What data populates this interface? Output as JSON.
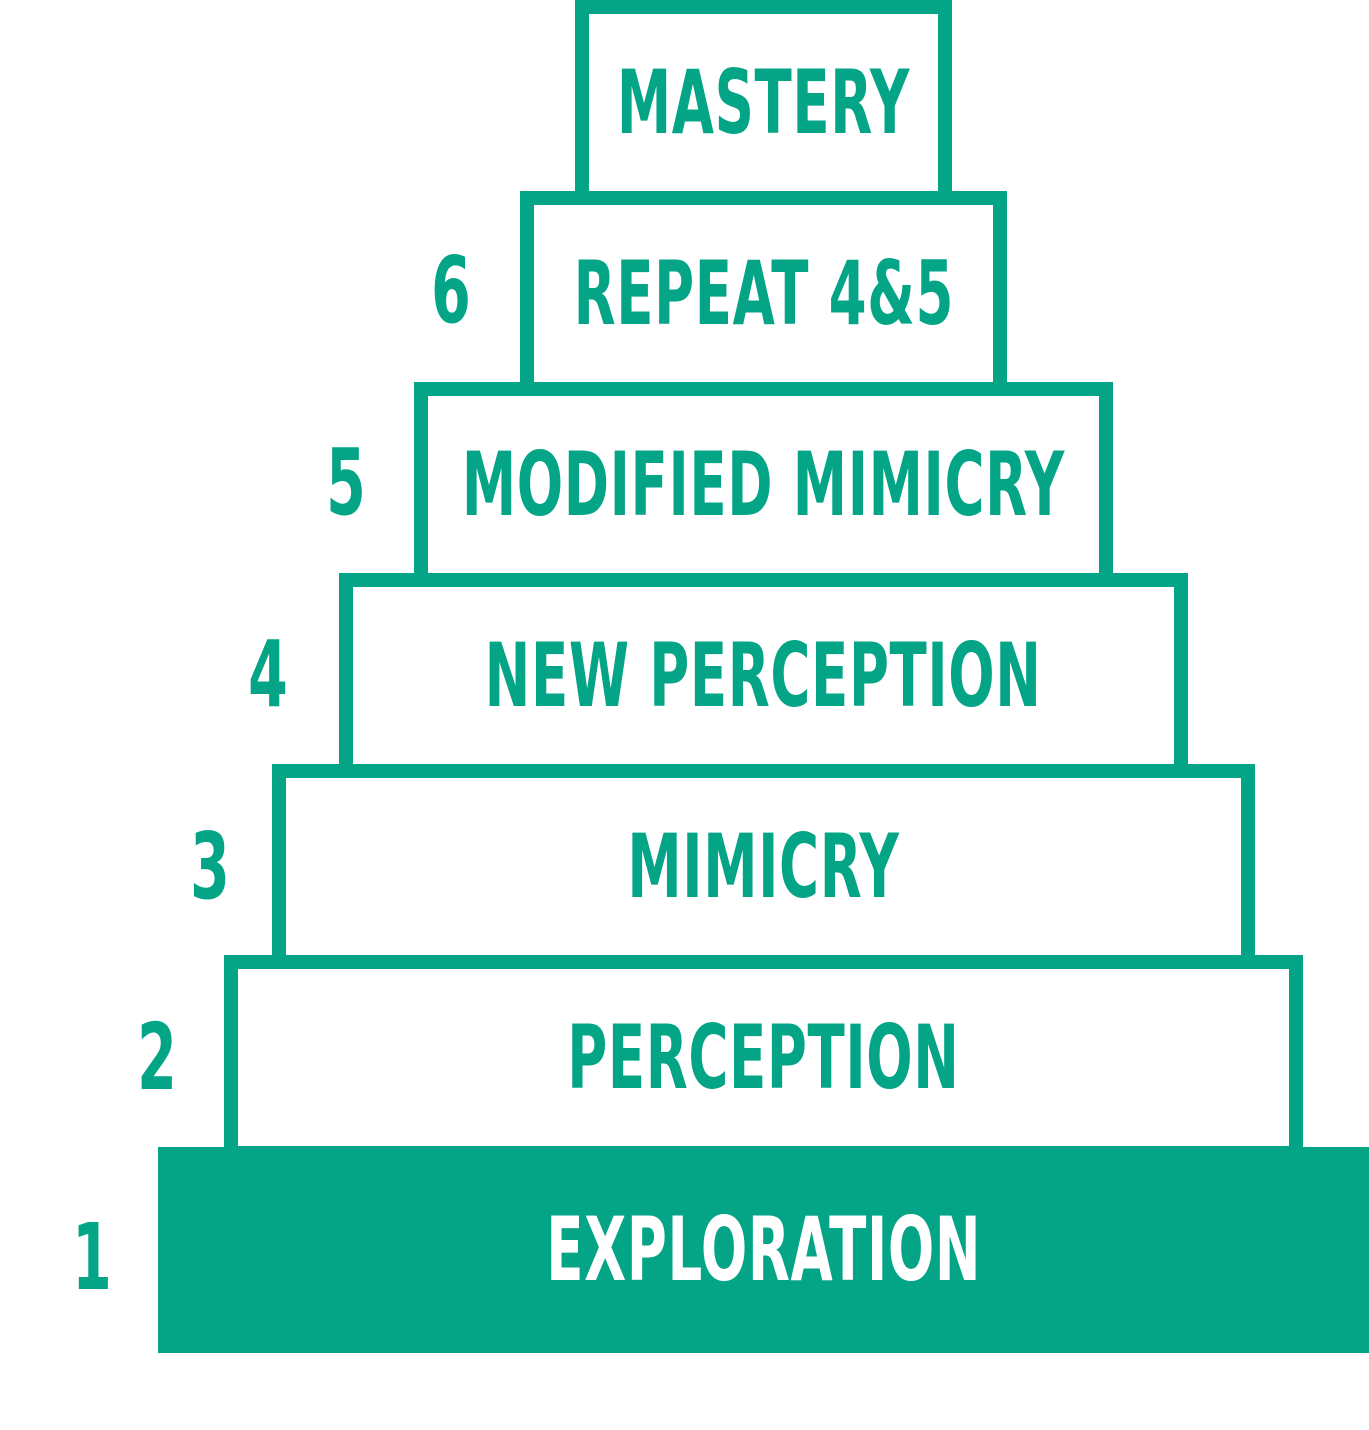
{
  "colors": {
    "accent": "#04a587",
    "background": "#ffffff",
    "filled_text": "#ffffff"
  },
  "steps": [
    {
      "number": "1",
      "label": "EXPLORATION"
    },
    {
      "number": "2",
      "label": "PERCEPTION"
    },
    {
      "number": "3",
      "label": "MIMICRY"
    },
    {
      "number": "4",
      "label": "NEW PERCEPTION"
    },
    {
      "number": "5",
      "label": "MODIFIED MIMICRY"
    },
    {
      "number": "6",
      "label": "REPEAT 4&5"
    },
    {
      "number": "",
      "label": "MASTERY"
    }
  ]
}
